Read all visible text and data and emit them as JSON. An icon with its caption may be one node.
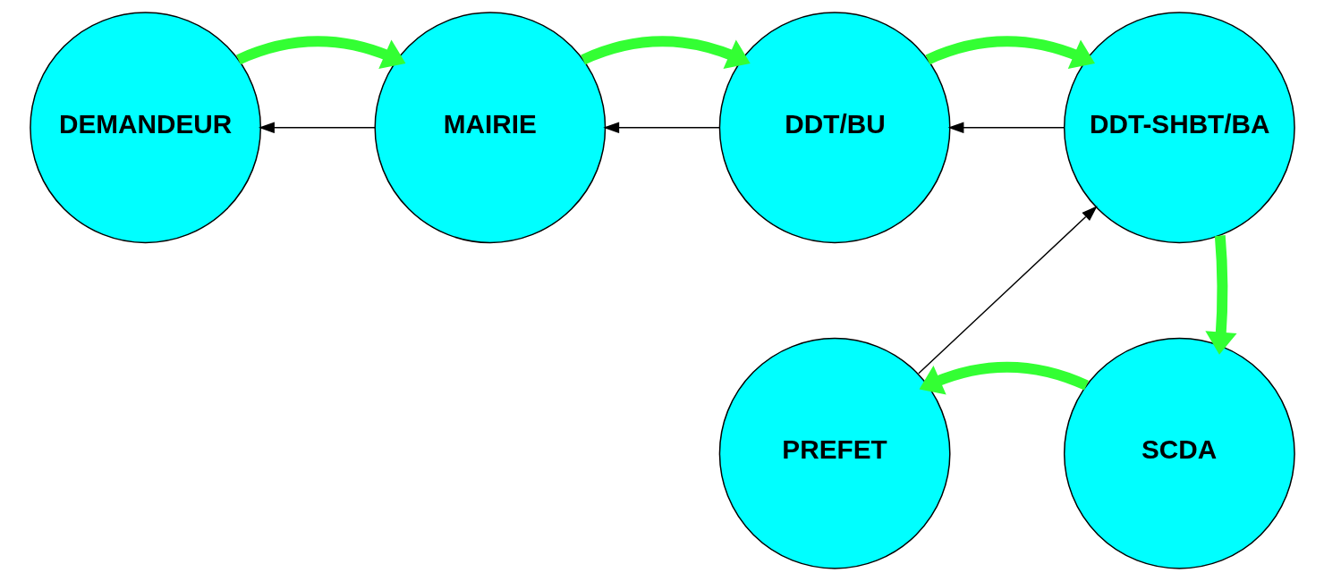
{
  "diagram": {
    "nodes": [
      {
        "text": [
          "DEMANDEUR"
        ]
      },
      {
        "text": [
          "MAIRIE"
        ]
      },
      {
        "text": [
          "DDT/BU"
        ]
      },
      {
        "text": [
          "DDT-SHBT/BA"
        ]
      },
      {
        "text": [
          "SCDA"
        ]
      },
      {
        "text": [
          "PREFET"
        ]
      }
    ],
    "edges": [
      {
        "from": 1,
        "to": 0,
        "arrow": "to",
        "color": "#000000"
      },
      {
        "from": 0,
        "to": 1,
        "arrow": "to"
      },
      {
        "from": 2,
        "to": 1,
        "arrow": "to",
        "color": "#000000"
      },
      {
        "from": 1,
        "to": 2,
        "arrow": "to"
      },
      {
        "from": 3,
        "to": 2,
        "arrow": "to",
        "color": "#000000"
      },
      {
        "from": 2,
        "to": 3,
        "arrow": "to"
      },
      {
        "from": 3,
        "to": 4,
        "arrow": "to"
      },
      {
        "from": 4,
        "to": 5,
        "arrow": "to"
      },
      {
        "from": 5,
        "to": 3,
        "arrow": "to",
        "color": "#000000"
      }
    ]
  }
}
